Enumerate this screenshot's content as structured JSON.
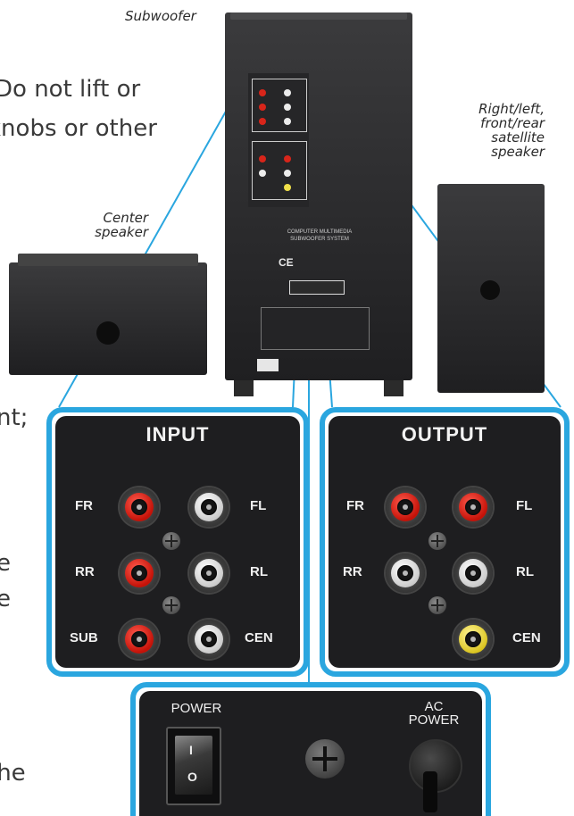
{
  "captions": {
    "subwoofer": "Subwoofer",
    "satellite": [
      "Right/left,",
      "front/rear",
      "satellite",
      "speaker"
    ],
    "center": [
      "Center",
      "speaker"
    ]
  },
  "cropped_text": {
    "line1": "Do not lift or",
    "line2": "knobs or other",
    "line3": "nt;",
    "line4": "e",
    "line5": "e",
    "line6": "the"
  },
  "input_panel": {
    "title": "INPUT",
    "labels": [
      "FR",
      "FL",
      "RR",
      "RL",
      "SUB",
      "CEN"
    ]
  },
  "output_panel": {
    "title": "OUTPUT",
    "labels": [
      "FR",
      "FL",
      "RR",
      "RL",
      "CEN"
    ]
  },
  "power_panel": {
    "power_label": "POWER",
    "ac_label": [
      "AC",
      "POWER"
    ],
    "switch_marks": [
      "I",
      "O"
    ]
  },
  "subwoofer_back": {
    "text_lines": [
      "COMPUTER MULTIMEDIA",
      "SUBWOOFER SYSTEM"
    ],
    "ce_mark": "CE"
  },
  "colors": {
    "callout_blue": "#2aa6df",
    "panel_dark": "#1e1e20",
    "jack_red": "#d8251a",
    "jack_white": "#f2f2f2",
    "jack_yellow": "#f1e04a"
  }
}
